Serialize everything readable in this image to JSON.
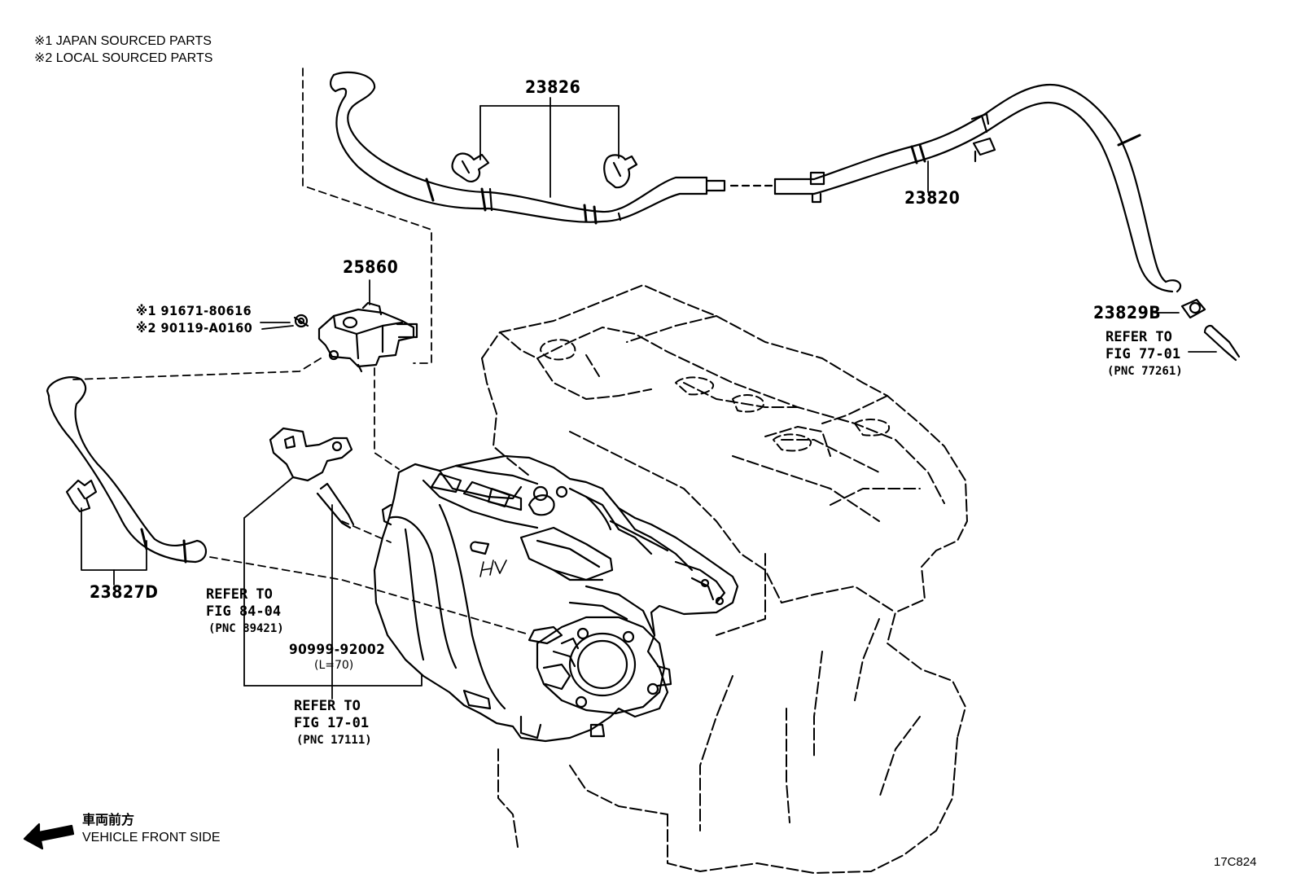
{
  "notes": {
    "line1": "※1 JAPAN SOURCED PARTS",
    "line2": "※2 LOCAL SOURCED PARTS"
  },
  "parts": {
    "p23826": "23826",
    "p23820": "23820",
    "p25860": "25860",
    "p23829B": "23829B",
    "p23827D": "23827D",
    "bolt_jp": "※1 91671-80616",
    "bolt_local": "※2 90119-A0160",
    "hose_70": "90999-92002",
    "hose_70_len": "(L=70)"
  },
  "refs": {
    "fig77": {
      "l1": "REFER TO",
      "l2": "FIG 77-01",
      "l3": "(PNC 77261)"
    },
    "fig84": {
      "l1": "REFER TO",
      "l2": "FIG 84-04",
      "l3": "(PNC 89421)"
    },
    "fig17": {
      "l1": "REFER TO",
      "l2": "FIG 17-01",
      "l3": "(PNC 17111)"
    }
  },
  "direction": {
    "jp": "車両前方",
    "en": "VEHICLE FRONT SIDE"
  },
  "diagram_id": "17C824",
  "icons": [
    "front-direction-arrow-icon",
    "hv-label-icon"
  ]
}
